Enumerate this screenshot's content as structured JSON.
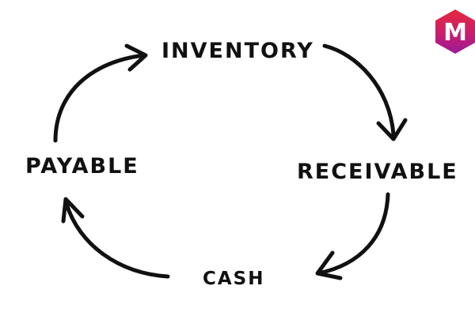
{
  "diagram": {
    "nodes": {
      "inventory": "INVENTORY",
      "receivable": "RECEIVABLE",
      "cash": "CASH",
      "payable": "PAYABLE"
    },
    "edges": [
      {
        "from": "inventory",
        "to": "receivable"
      },
      {
        "from": "receivable",
        "to": "cash"
      },
      {
        "from": "cash",
        "to": "payable"
      },
      {
        "from": "payable",
        "to": "inventory"
      }
    ],
    "arrow_color": "#111111"
  },
  "logo": {
    "letter": "M",
    "colors": {
      "top": "#e6283c",
      "middle": "#c81e6e",
      "bottom": "#9a1a9a"
    }
  }
}
